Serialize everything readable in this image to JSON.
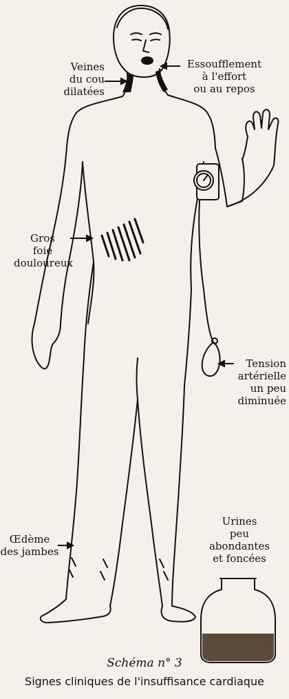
{
  "labels": {
    "neck_veins": [
      "Veines",
      "du cou",
      "dilatées"
    ],
    "breathless": [
      "Essoufflement",
      "à l'effort",
      "ou au repos"
    ],
    "liver": [
      "Gros",
      "foie",
      "douloureux"
    ],
    "tension": [
      "Tension",
      "artérielle",
      "un peu",
      "diminuée"
    ],
    "edema": [
      "Œdème",
      "des jambes"
    ],
    "urine": [
      "Urines",
      "peu",
      "abondantes",
      "et foncées"
    ]
  },
  "caption": {
    "title": "Schéma n° 3",
    "subtitle": "Signes cliniques de l'insuffisance cardiaque"
  },
  "colors": {
    "ink": "#111111",
    "paper": "#f4f1ea",
    "urine_fill": "#5a4a3a"
  }
}
